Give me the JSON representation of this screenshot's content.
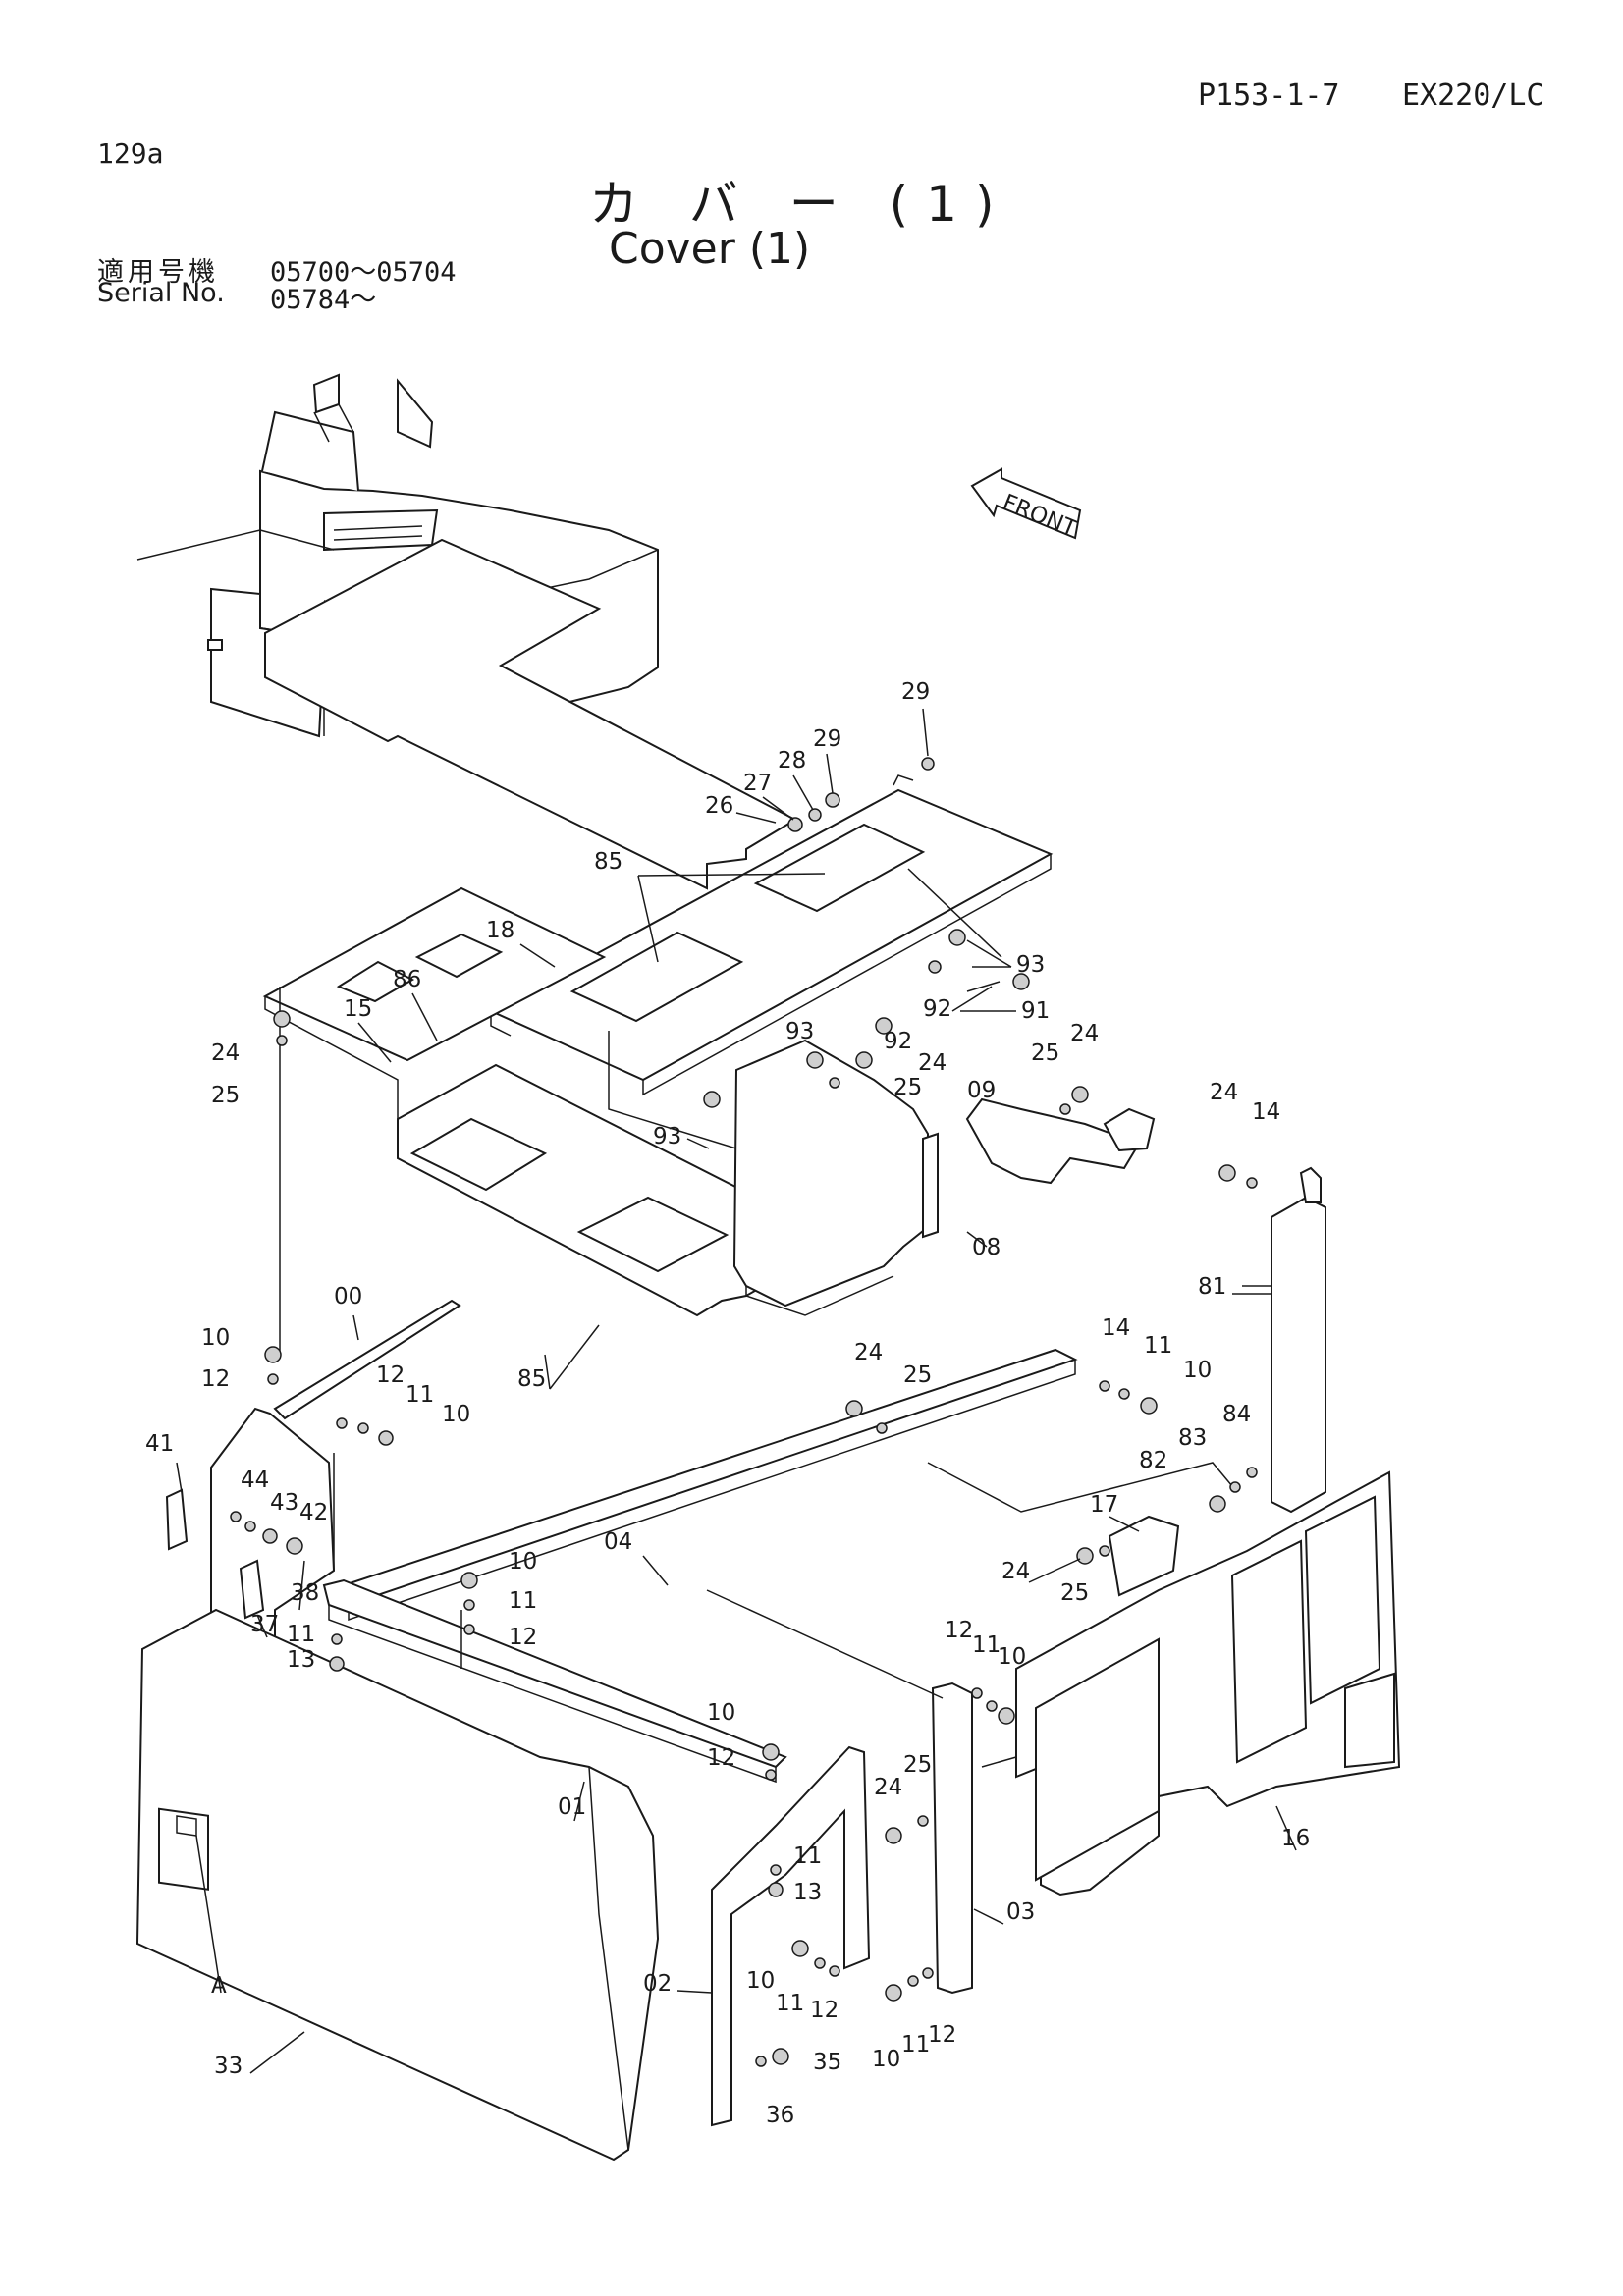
{
  "header": {
    "page_code": "P153-1-7",
    "model": "EX220/LC",
    "sheet": "129a"
  },
  "title": {
    "japanese": "カ バ ー (1)",
    "english": "Cover (1)"
  },
  "applicability": {
    "label_jp": "適用号機",
    "range": "05700～05704",
    "serial_label": "Serial No.",
    "serial_from": "05784～"
  },
  "direction_label": "FRONT",
  "view_marker": "A",
  "callouts": [
    {
      "id": "c29a",
      "label": "29"
    },
    {
      "id": "c29b",
      "label": "29"
    },
    {
      "id": "c28",
      "label": "28"
    },
    {
      "id": "c27",
      "label": "27"
    },
    {
      "id": "c26",
      "label": "26"
    },
    {
      "id": "c85a",
      "label": "85"
    },
    {
      "id": "c18",
      "label": "18"
    },
    {
      "id": "c86",
      "label": "86"
    },
    {
      "id": "c15",
      "label": "15"
    },
    {
      "id": "c24a",
      "label": "24"
    },
    {
      "id": "c25a",
      "label": "25"
    },
    {
      "id": "c93a",
      "label": "93"
    },
    {
      "id": "c92a",
      "label": "92"
    },
    {
      "id": "c91",
      "label": "91"
    },
    {
      "id": "c93b",
      "label": "93"
    },
    {
      "id": "c92b",
      "label": "92"
    },
    {
      "id": "c24b",
      "label": "24"
    },
    {
      "id": "c25b",
      "label": "25"
    },
    {
      "id": "c93c",
      "label": "93"
    },
    {
      "id": "c25c",
      "label": "25"
    },
    {
      "id": "c24c",
      "label": "24"
    },
    {
      "id": "c09",
      "label": "09"
    },
    {
      "id": "c08",
      "label": "08"
    },
    {
      "id": "c24d",
      "label": "24"
    },
    {
      "id": "c14a",
      "label": "14"
    },
    {
      "id": "c81",
      "label": "81"
    },
    {
      "id": "c00",
      "label": "00"
    },
    {
      "id": "c10a",
      "label": "10"
    },
    {
      "id": "c12a",
      "label": "12"
    },
    {
      "id": "c85b",
      "label": "85"
    },
    {
      "id": "c12b",
      "label": "12"
    },
    {
      "id": "c11a",
      "label": "11"
    },
    {
      "id": "c10b",
      "label": "10"
    },
    {
      "id": "c24e",
      "label": "24"
    },
    {
      "id": "c25d",
      "label": "25"
    },
    {
      "id": "c14b",
      "label": "14"
    },
    {
      "id": "c11b",
      "label": "11"
    },
    {
      "id": "c10c",
      "label": "10"
    },
    {
      "id": "c84",
      "label": "84"
    },
    {
      "id": "c83",
      "label": "83"
    },
    {
      "id": "c82",
      "label": "82"
    },
    {
      "id": "c41",
      "label": "41"
    },
    {
      "id": "c44",
      "label": "44"
    },
    {
      "id": "c43",
      "label": "43"
    },
    {
      "id": "c42",
      "label": "42"
    },
    {
      "id": "c38",
      "label": "38"
    },
    {
      "id": "c37",
      "label": "37"
    },
    {
      "id": "c11c",
      "label": "11"
    },
    {
      "id": "c13a",
      "label": "13"
    },
    {
      "id": "c10d",
      "label": "10"
    },
    {
      "id": "c11d",
      "label": "11"
    },
    {
      "id": "c12c",
      "label": "12"
    },
    {
      "id": "c04",
      "label": "04"
    },
    {
      "id": "c17",
      "label": "17"
    },
    {
      "id": "c24f",
      "label": "24"
    },
    {
      "id": "c25e",
      "label": "25"
    },
    {
      "id": "c12d",
      "label": "12"
    },
    {
      "id": "c11e",
      "label": "11"
    },
    {
      "id": "c10e",
      "label": "10"
    },
    {
      "id": "c10f",
      "label": "10"
    },
    {
      "id": "c12e",
      "label": "12"
    },
    {
      "id": "c01",
      "label": "01"
    },
    {
      "id": "c24g",
      "label": "24"
    },
    {
      "id": "c25f",
      "label": "25"
    },
    {
      "id": "c16",
      "label": "16"
    },
    {
      "id": "c11f",
      "label": "11"
    },
    {
      "id": "c13b",
      "label": "13"
    },
    {
      "id": "c03",
      "label": "03"
    },
    {
      "id": "c10g",
      "label": "10"
    },
    {
      "id": "c11g",
      "label": "11"
    },
    {
      "id": "c12f",
      "label": "12"
    },
    {
      "id": "c02",
      "label": "02"
    },
    {
      "id": "c10h",
      "label": "10"
    },
    {
      "id": "c11h",
      "label": "11"
    },
    {
      "id": "c12g",
      "label": "12"
    },
    {
      "id": "c33",
      "label": "33"
    },
    {
      "id": "c35",
      "label": "35"
    },
    {
      "id": "c36",
      "label": "36"
    }
  ]
}
